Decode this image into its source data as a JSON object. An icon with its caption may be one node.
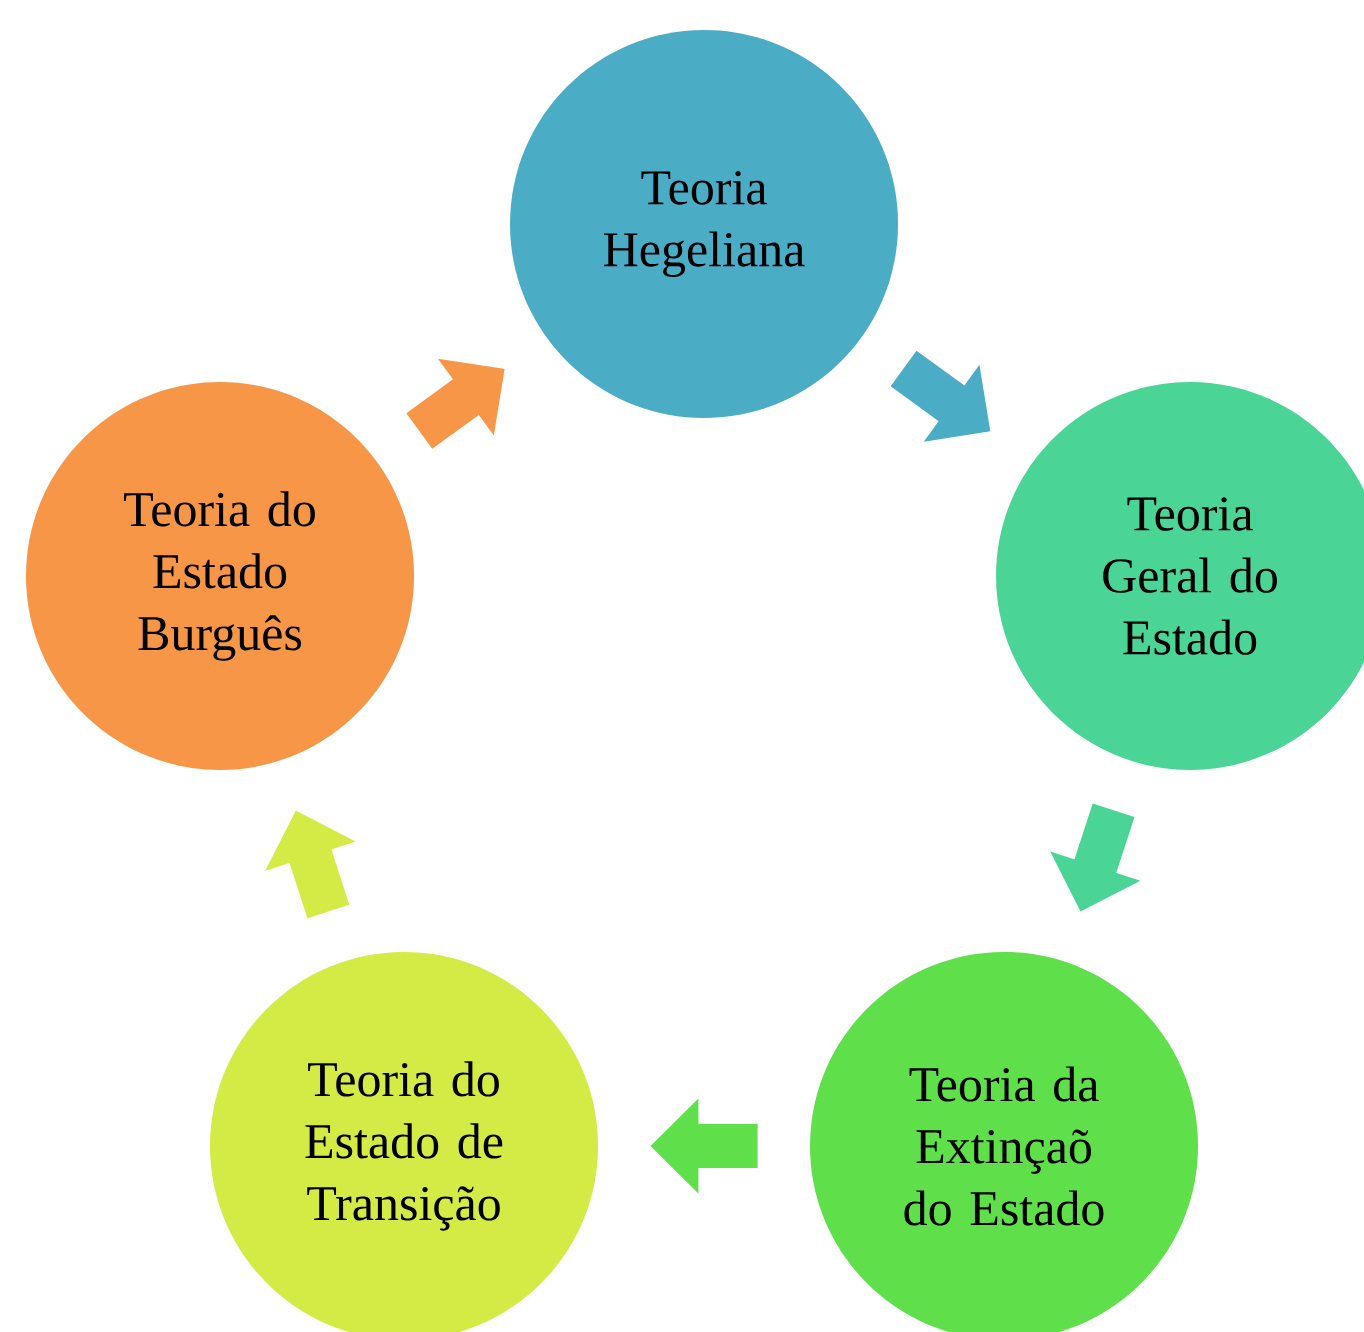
{
  "diagram": {
    "nodes": [
      {
        "text": [
          "Teoria Hegeliana"
        ]
      },
      {
        "text": [
          "Teoria Geral do Estado"
        ]
      },
      {
        "text": [
          "Teoria da Extinçaõ do Estado"
        ]
      },
      {
        "text": [
          "Teoria do Estado de Transição"
        ]
      },
      {
        "text": [
          "Teoria do Estado Burguês"
        ]
      }
    ],
    "edges": [
      {
        "from": 0,
        "to": 1,
        "arrow": "to",
        "color": "#4bacc6"
      },
      {
        "from": 1,
        "to": 2,
        "arrow": "to",
        "color": "#4ad596"
      },
      {
        "from": 2,
        "to": 3,
        "arrow": "to",
        "color": "#5fe04a"
      },
      {
        "from": 3,
        "to": 4,
        "arrow": "to",
        "color": "#d4eb45"
      },
      {
        "from": 4,
        "to": 0,
        "arrow": "to",
        "color": "#f79646"
      }
    ]
  }
}
